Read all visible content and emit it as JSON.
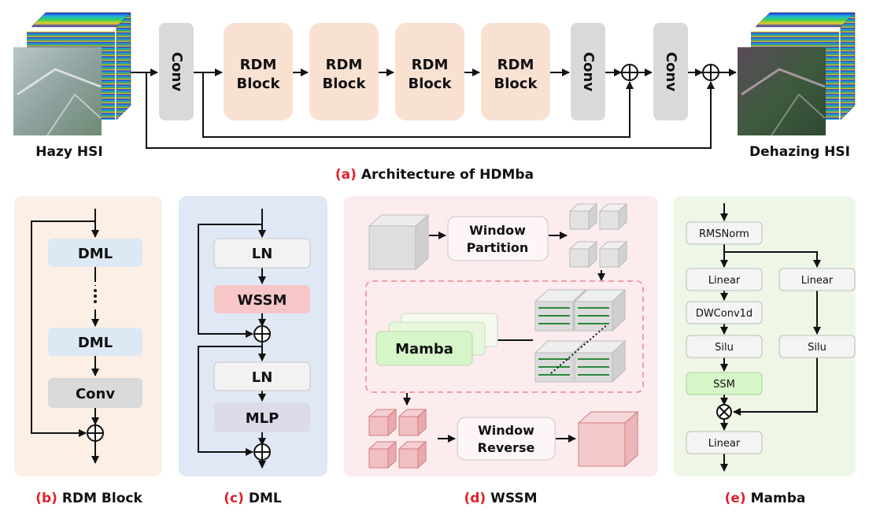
{
  "top": {
    "input_label": "Hazy HSI",
    "output_label": "Dehazing HSI",
    "conv1": "Conv",
    "rdm_blocks": [
      {
        "line1": "RDM",
        "line2": "Block"
      },
      {
        "line1": "RDM",
        "line2": "Block"
      },
      {
        "line1": "RDM",
        "line2": "Block"
      },
      {
        "line1": "RDM",
        "line2": "Block"
      }
    ],
    "conv2": "Conv",
    "conv3": "Conv",
    "caption_letter": "(a)",
    "caption_text": "Architecture of HDMba"
  },
  "panel_b": {
    "dml1": "DML",
    "dml2": "DML",
    "conv": "Conv",
    "caption_letter": "(b)",
    "caption_text": "RDM Block"
  },
  "panel_c": {
    "ln1": "LN",
    "wssm": "WSSM",
    "ln2": "LN",
    "mlp": "MLP",
    "caption_letter": "(c)",
    "caption_text": "DML"
  },
  "panel_d": {
    "partition_line1": "Window",
    "partition_line2": "Partition",
    "mamba": "Mamba",
    "reverse_line1": "Window",
    "reverse_line2": "Reverse",
    "caption_letter": "(d)",
    "caption_text": "WSSM"
  },
  "panel_e": {
    "rmsnorm": "RMSNorm",
    "linear_left": "Linear",
    "linear_right": "Linear",
    "dwconv": "DWConv1d",
    "silu_left": "Silu",
    "silu_right": "Silu",
    "ssm": "SSM",
    "linear_out": "Linear",
    "caption_letter": "(e)",
    "caption_text": "Mamba"
  },
  "colors": {
    "caption_red": "#e0202c",
    "rdm_fill": "#f9e1d2",
    "conv_fill": "#d9d9d9",
    "dml_fill": "#dce9f5",
    "wssm_fill": "#f7c6c9",
    "mlp_fill": "#dcdbe9",
    "ssm_fill": "#d6f5c8",
    "panel_b_bg": "#fcefe6",
    "panel_c_bg": "#dfe8f4",
    "panel_d_bg": "#fcecee",
    "panel_e_bg": "#eef7e6"
  }
}
